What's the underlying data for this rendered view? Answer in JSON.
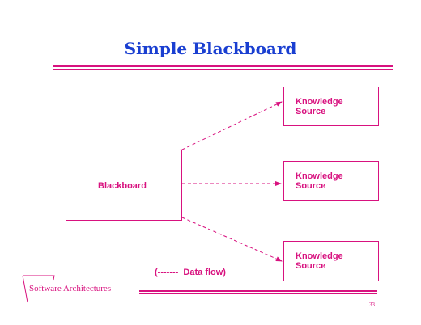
{
  "slide": {
    "title": "Simple Blackboard",
    "footer": "Software Architectures",
    "page_number": "33",
    "legend": "(-------  Data flow)"
  },
  "diagram": {
    "blackboard_label": "Blackboard",
    "knowledge_sources": [
      {
        "line1": "Knowledge",
        "line2": "Source"
      },
      {
        "line1": "Knowledge",
        "line2": "Source"
      },
      {
        "line1": "Knowledge",
        "line2": "Source"
      }
    ]
  },
  "colors": {
    "accent": "#d8127f",
    "title": "#1a3fd1",
    "background": "#ffffff"
  }
}
